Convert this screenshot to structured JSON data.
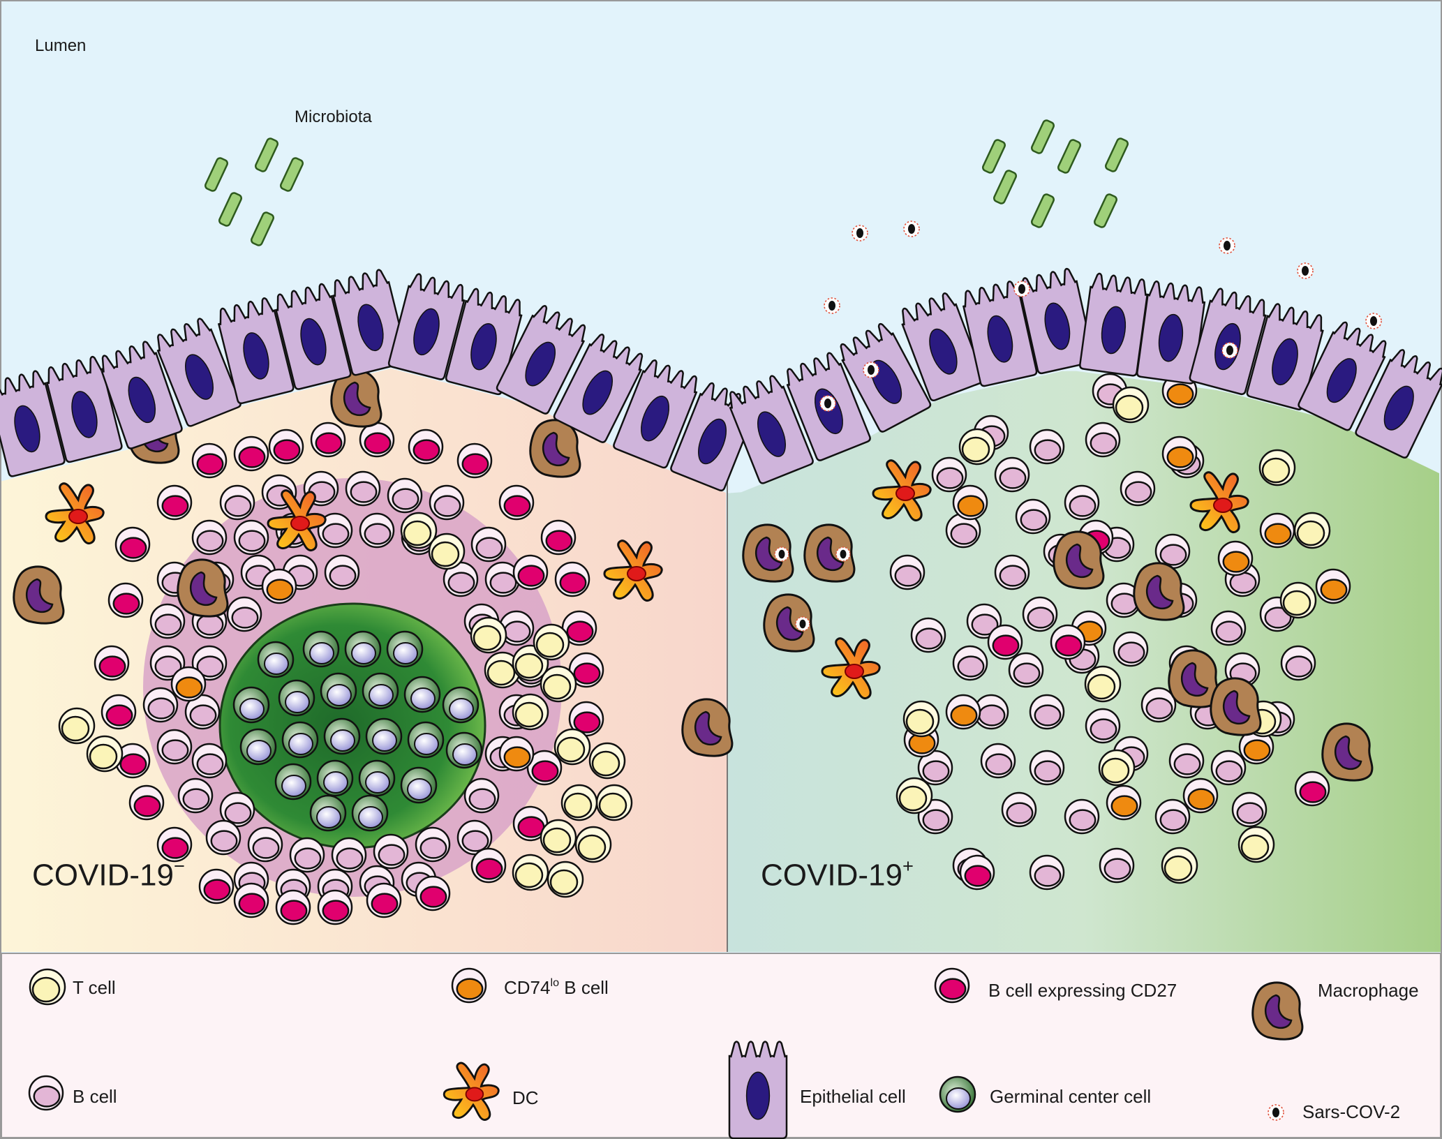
{
  "lumen_label": "Lumen",
  "microbiota_label": "Microbiota",
  "left_panel": {
    "title": "COVID-19",
    "sup": "−"
  },
  "right_panel": {
    "title": "COVID-19",
    "sup": "+"
  },
  "legend": {
    "t_cell": "T cell",
    "cd74_b_cell": {
      "prefix": "CD74",
      "sup": "lo",
      "suffix": " B cell"
    },
    "b_cell_cd27": "B cell expressing CD27",
    "macrophage": "Macrophage",
    "b_cell": "B cell",
    "dc": "DC",
    "epithelial_cell": "Epithelial cell",
    "germinal_center_cell": "Germinal center cell",
    "sars_cov_2": "Sars-COV-2"
  },
  "colors": {
    "lumen": "#e2f3fb",
    "tissue_left_start": "#fdf5d8",
    "tissue_left_end": "#f9d7cc",
    "tissue_right_start": "#cfe6dc",
    "tissue_right_end": "#a8d08a",
    "legend_bg": "#fdf3f6",
    "epithelium": "#cfb4db",
    "nucleus": "#2a1a80",
    "b_cell": "#e3b6d6",
    "cd27": "#e0006e",
    "cd74": "#ef8a10",
    "t_cell": "#fbf4b8",
    "macrophage": "#b28253",
    "macrophage_nucleus": "#6a2a8a",
    "dc": "#f5a623",
    "germinal_center": "#2f8a2f",
    "microbiota": "#9fd07a"
  }
}
